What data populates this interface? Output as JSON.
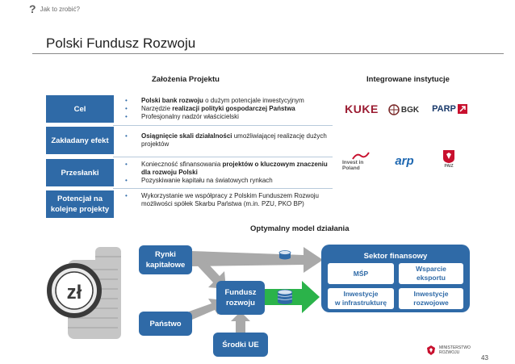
{
  "header": {
    "question_icon": "?",
    "section": "Jak to zrobić?"
  },
  "title": "Polski Fundusz Rozwoju",
  "assumptions": {
    "heading": "Założenia Projektu",
    "rows": [
      {
        "label_lines": [
          "Cel"
        ],
        "bullets": [
          {
            "bold": "Polski bank rozwoju",
            "rest": " o dużym potencjale inwestycyjnym"
          },
          {
            "pre": "Narzędzie ",
            "bold": "realizacji polityki gospodarczej Państwa"
          },
          {
            "rest": "Profesjonalny nadzór właścicielski"
          }
        ]
      },
      {
        "label_lines": [
          "Zakładany efekt"
        ],
        "bullets": [
          {
            "bold": "Osiągnięcie skali działalności",
            "rest": " umożliwiającej realizację dużych projektów"
          }
        ]
      },
      {
        "label_lines": [
          "Przesłanki"
        ],
        "bullets": [
          {
            "pre": "Konieczność sfinansowania ",
            "bold": "projektów o kluczowym znaczeniu dla rozwoju Polski"
          },
          {
            "rest": "Pozyskiwanie kapitału na światowych rynkach"
          }
        ]
      },
      {
        "label_lines": [
          "Potencjał na",
          "kolejne projekty"
        ],
        "bullets": [
          {
            "rest": "Wykorzystanie we współpracy z Polskim Funduszem Rozwoju możliwości spółek Skarbu Państwa (m.in. PZU, PKO BP)"
          }
        ]
      }
    ]
  },
  "institutions": {
    "heading": "Integrowane instytucje",
    "logos": [
      "KUKE",
      "BGK",
      "PARP",
      "Invest in Poland",
      "arp",
      "PAIZ"
    ]
  },
  "model": {
    "heading": "Optymalny model działania",
    "rynki": [
      "Rynki",
      "kapitałowe"
    ],
    "panstwo": "Państwo",
    "fundusz": [
      "Fundusz",
      "rozwoju"
    ],
    "srodki": "Środki UE",
    "sektor": {
      "title": "Sektor finansowy",
      "msp": "MŚP",
      "wsparcie": [
        "Wsparcie",
        "eksportu"
      ],
      "infra": [
        "Inwestycje",
        "w infrastrukturę"
      ],
      "rozwojowe": [
        "Inwestycje",
        "rozwojowe"
      ]
    }
  },
  "footer": {
    "page": "43",
    "ministry": [
      "MINISTERSTWO",
      "ROZWOJU"
    ]
  },
  "colors": {
    "accent": "#2f6aa7",
    "green": "#2bb34a",
    "grey": "#a9a9a9"
  }
}
